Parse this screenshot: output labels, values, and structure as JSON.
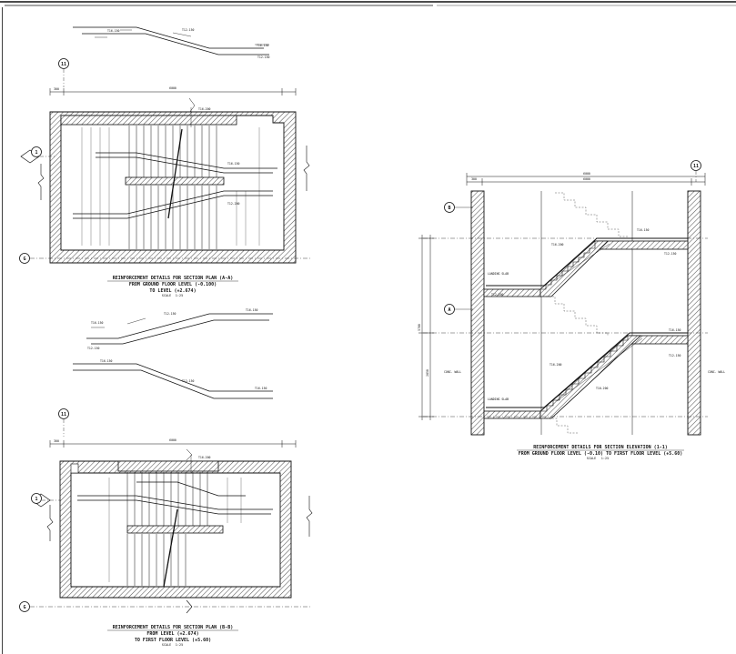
{
  "drawing": {
    "plan_a": {
      "title_line1": "REINFORCEMENT DETAILS FOR SECTION PLAN (A-A)",
      "title_line2": "FROM GROUND FLOOR LEVEL (-0.100)",
      "title_line3": "TO LEVEL (+2.674)",
      "scale": "SCALE",
      "scale_value": "1:25",
      "overall_dim": "6000",
      "edge_dim": "300"
    },
    "plan_b": {
      "title_line1": "REINFORCEMENT DETAILS FOR SECTION PLAN (B-B)",
      "title_line2": "FROM LEVEL (+2.674)",
      "title_line3": "TO FIRST FLOOR LEVEL (+5.60)",
      "scale": "SCALE",
      "scale_value": "1:25",
      "overall_dim": "6000",
      "edge_dim": "300"
    },
    "elevation": {
      "title_line1": "REINFORCEMENT DETAILS FOR SECTION ELEVATION (1-1)",
      "title_line2": "FROM GROUND FLOOR LEVEL (-0.10) TO FIRST FLOOR LEVEL (+5.60)",
      "scale": "SCALE",
      "scale_value": "1:25",
      "overall_dim": "6000",
      "inner_dim": "6000",
      "edge_dim": "300",
      "height_dim": "5700",
      "half_height_dim": "2850",
      "wall_label": "CONC. WALL",
      "slab_label": "LANDING SLAB"
    },
    "grid": {
      "g": "G",
      "one": "1",
      "eleven": "11",
      "a": "A",
      "b": "B"
    },
    "bar_marks": [
      "T16-150",
      "T12-150",
      "T16-200",
      "T12-200",
      "T10-200"
    ],
    "colors": {
      "line": "#111111",
      "hatch": "#555555",
      "paper": "#ffffff"
    }
  }
}
